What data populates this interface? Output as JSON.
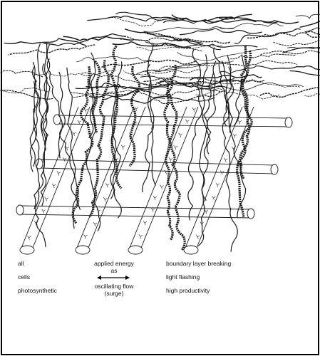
{
  "figure": {
    "left_column": [
      "all",
      "cells",
      "photosynthetic"
    ],
    "center": {
      "line1": "applied energy",
      "line2": "as",
      "line3": "oscillating flow",
      "line4": "(surge)"
    },
    "right_column": [
      "boundary layer breaking",
      "light flashing",
      "high productivity"
    ]
  },
  "colors": {
    "ink": "#111111",
    "frame": "#000000",
    "background": "#ffffff"
  },
  "icons": {
    "double_arrow": "double-headed-arrow-icon"
  }
}
